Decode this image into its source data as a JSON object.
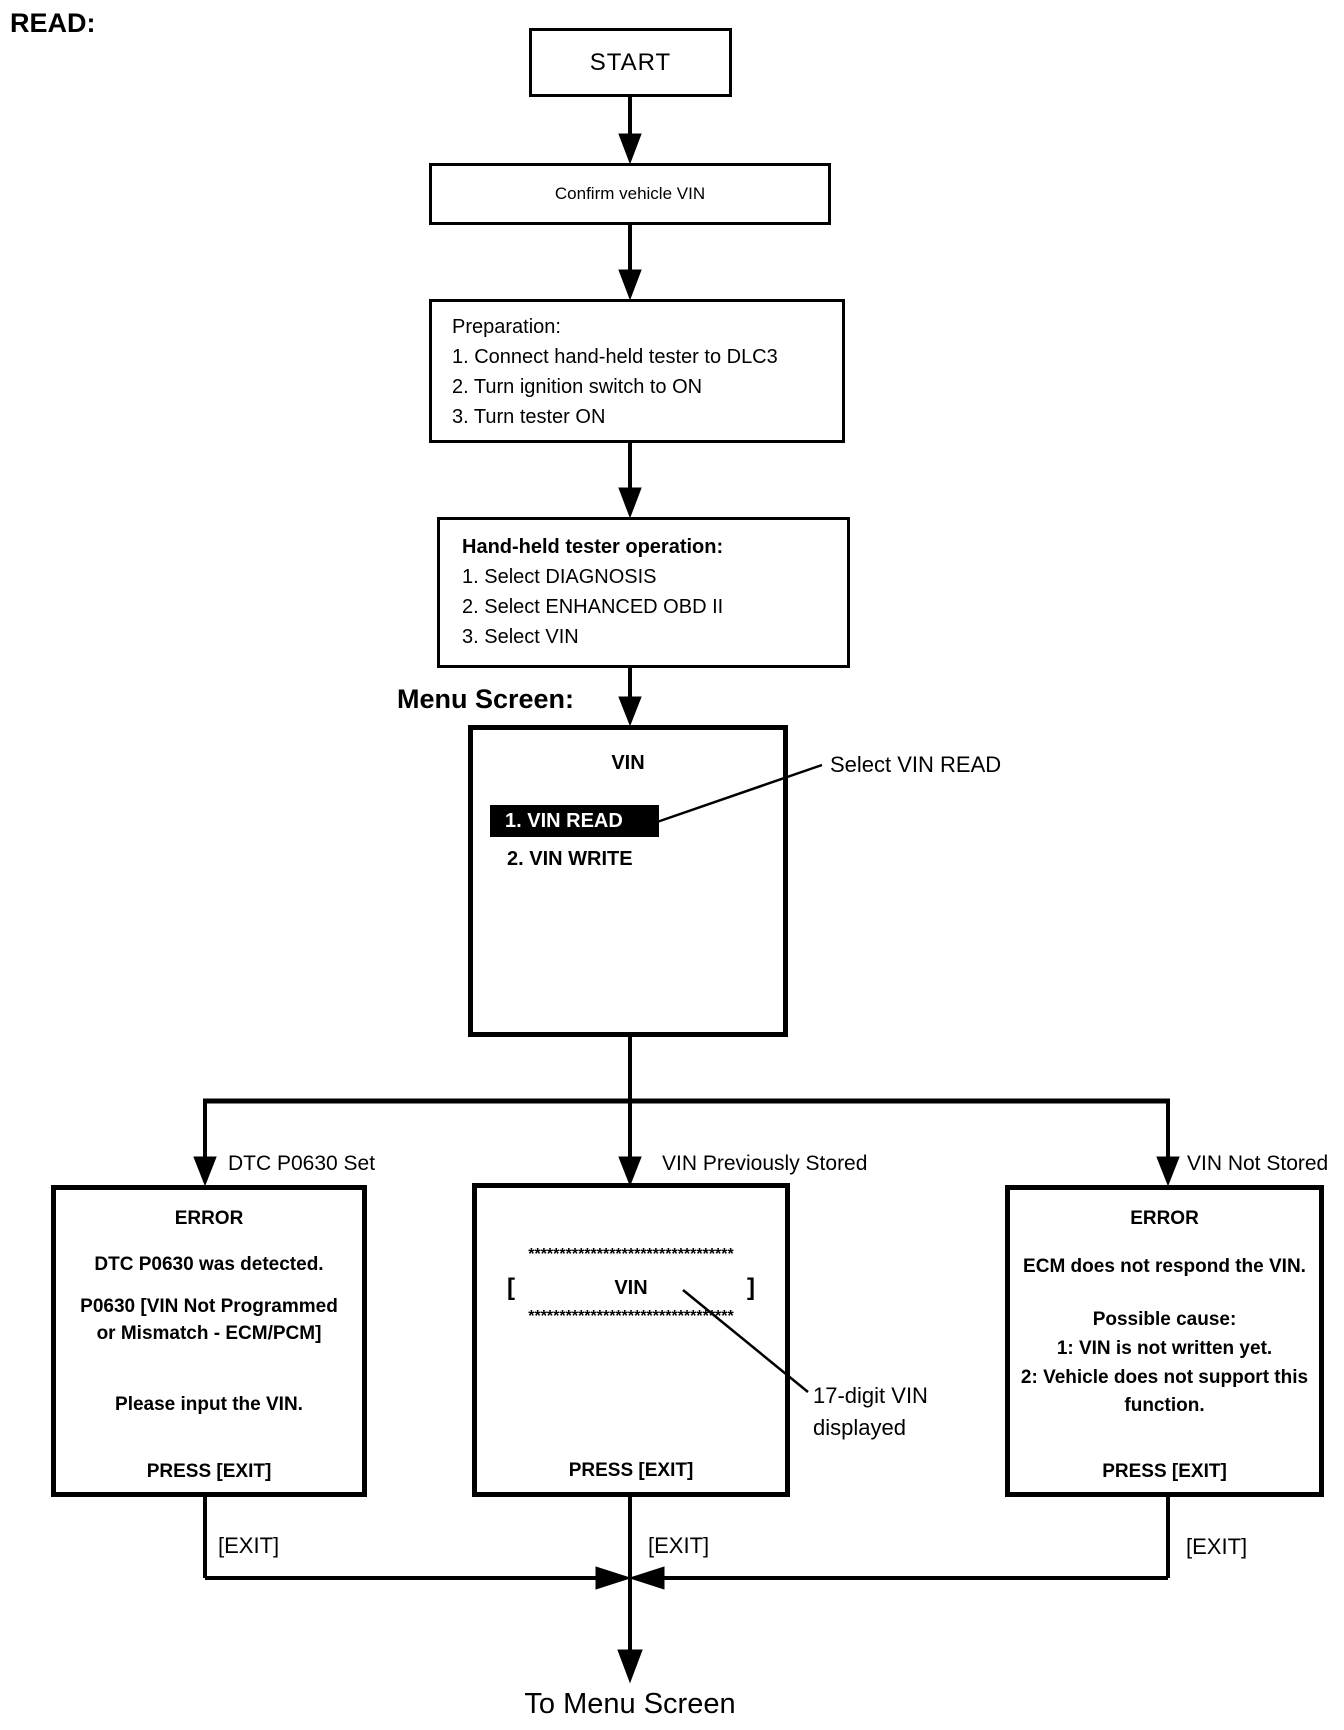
{
  "page": {
    "read_label": "READ:",
    "menu_screen_label": "Menu Screen:",
    "to_menu_screen": "To Menu Screen"
  },
  "flow": {
    "start": "START",
    "confirm": "Confirm vehicle VIN",
    "preparation": {
      "title": "Preparation:",
      "steps": [
        "1. Connect hand-held tester to DLC3",
        "2. Turn ignition switch to ON",
        "3. Turn tester ON"
      ]
    },
    "tester_operation": {
      "title": "Hand-held tester operation:",
      "steps": [
        "1. Select DIAGNOSIS",
        "2. Select ENHANCED OBD II",
        "3. Select VIN"
      ]
    }
  },
  "menu": {
    "title": "VIN",
    "items": [
      {
        "label": "1. VIN READ",
        "selected": true
      },
      {
        "label": "2. VIN WRITE",
        "selected": false
      }
    ],
    "callout": "Select VIN READ"
  },
  "branches": {
    "left": {
      "label": "DTC P0630 Set",
      "lines": [
        "ERROR",
        "DTC P0630 was detected.",
        "P0630 [VIN Not Programmed",
        "or Mismatch - ECM/PCM]",
        "Please input the VIN.",
        "PRESS [EXIT]"
      ],
      "exit_label": "[EXIT]"
    },
    "middle": {
      "label": "VIN Previously Stored",
      "stars": "*********************************",
      "vin_row": {
        "open": "[",
        "title": "VIN",
        "close": "]"
      },
      "press": "PRESS [EXIT]",
      "exit_label": "[EXIT]",
      "callout_line1": "17-digit VIN",
      "callout_line2": "displayed"
    },
    "right": {
      "label": "VIN Not Stored",
      "lines": [
        "ERROR",
        "ECM does not respond the VIN.",
        "Possible cause:",
        "1: VIN is not written yet.",
        "2: Vehicle does not support this",
        "function.",
        "PRESS [EXIT]"
      ],
      "exit_label": "[EXIT]"
    }
  },
  "colors": {
    "ink": "#000000",
    "paper": "#ffffff",
    "highlight_bg": "#000000",
    "highlight_text": "#ffffff"
  }
}
